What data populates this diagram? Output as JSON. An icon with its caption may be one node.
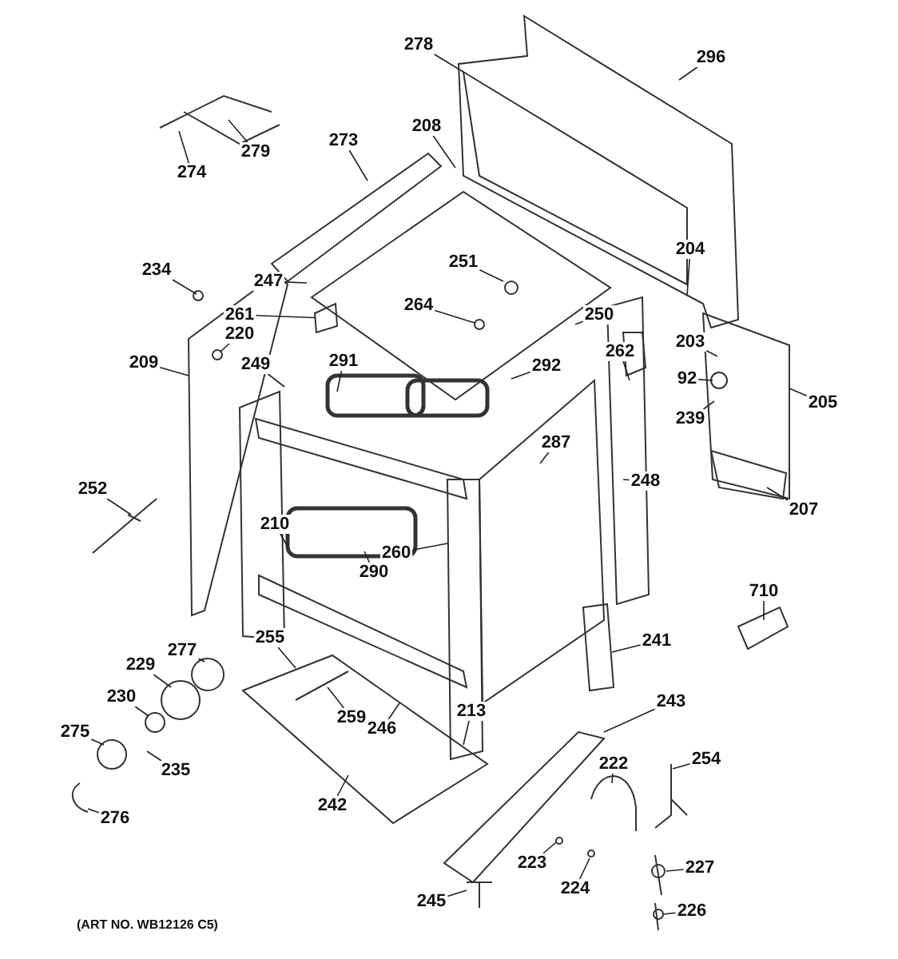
{
  "diagram": {
    "nodes": [
      {
        "text": [
          "278"
        ]
      },
      {
        "text": [
          "296"
        ]
      },
      {
        "text": [
          "279"
        ]
      },
      {
        "text": [
          "274"
        ]
      },
      {
        "text": [
          "273"
        ]
      },
      {
        "text": [
          "208"
        ]
      },
      {
        "text": [
          "234"
        ]
      },
      {
        "text": [
          "247"
        ]
      },
      {
        "text": [
          "261"
        ]
      },
      {
        "text": [
          "220"
        ]
      },
      {
        "text": [
          "209"
        ]
      },
      {
        "text": [
          "249"
        ]
      },
      {
        "text": [
          "291"
        ]
      },
      {
        "text": [
          "251"
        ]
      },
      {
        "text": [
          "264"
        ]
      },
      {
        "text": [
          "204"
        ]
      },
      {
        "text": [
          "250"
        ]
      },
      {
        "text": [
          "262"
        ]
      },
      {
        "text": [
          "292"
        ]
      },
      {
        "text": [
          "203"
        ]
      },
      {
        "text": [
          "92"
        ]
      },
      {
        "text": [
          "239"
        ]
      },
      {
        "text": [
          "205"
        ]
      },
      {
        "text": [
          "287"
        ]
      },
      {
        "text": [
          "248"
        ]
      },
      {
        "text": [
          "207"
        ]
      },
      {
        "text": [
          "252"
        ]
      },
      {
        "text": [
          "210"
        ]
      },
      {
        "text": [
          "260"
        ]
      },
      {
        "text": [
          "290"
        ]
      },
      {
        "text": [
          "710"
        ]
      },
      {
        "text": [
          "241"
        ]
      },
      {
        "text": [
          "255"
        ]
      },
      {
        "text": [
          "277"
        ]
      },
      {
        "text": [
          "229"
        ]
      },
      {
        "text": [
          "230"
        ]
      },
      {
        "text": [
          "259"
        ]
      },
      {
        "text": [
          "246"
        ]
      },
      {
        "text": [
          "213"
        ]
      },
      {
        "text": [
          "243"
        ]
      },
      {
        "text": [
          "275"
        ]
      },
      {
        "text": [
          "235"
        ]
      },
      {
        "text": [
          "242"
        ]
      },
      {
        "text": [
          "222"
        ]
      },
      {
        "text": [
          "254"
        ]
      },
      {
        "text": [
          "276"
        ]
      },
      {
        "text": [
          "223"
        ]
      },
      {
        "text": [
          "224"
        ]
      },
      {
        "text": [
          "227"
        ]
      },
      {
        "text": [
          "245"
        ]
      },
      {
        "text": [
          "226"
        ]
      },
      {
        "text": [],
        "shape": "box"
      }
    ],
    "edges": [
      {
        "from": 0,
        "to": null,
        "arrow": "none"
      },
      {
        "from": 1,
        "to": null,
        "arrow": "none"
      },
      {
        "from": 2,
        "to": null,
        "arrow": "none"
      },
      {
        "from": 3,
        "to": null,
        "arrow": "none"
      },
      {
        "from": 4,
        "to": null,
        "arrow": "none"
      },
      {
        "from": 5,
        "to": null,
        "arrow": "none"
      },
      {
        "from": 6,
        "to": null,
        "arrow": "none"
      },
      {
        "from": 7,
        "to": null,
        "arrow": "none"
      },
      {
        "from": 8,
        "to": 51,
        "arrow": "none"
      },
      {
        "from": 9,
        "to": null,
        "arrow": "none"
      },
      {
        "from": 10,
        "to": null,
        "arrow": "none"
      },
      {
        "from": 11,
        "to": null,
        "arrow": "none"
      },
      {
        "from": 12,
        "to": null,
        "arrow": "none"
      },
      {
        "from": 13,
        "to": null,
        "arrow": "none"
      },
      {
        "from": 14,
        "to": null,
        "arrow": "none"
      },
      {
        "from": 15,
        "to": null,
        "arrow": "none"
      },
      {
        "from": 16,
        "to": null,
        "arrow": "none"
      },
      {
        "from": 17,
        "to": null,
        "arrow": "none"
      },
      {
        "from": 18,
        "to": null,
        "arrow": "none"
      },
      {
        "from": 19,
        "to": null,
        "arrow": "none"
      },
      {
        "from": 20,
        "to": null,
        "arrow": "none"
      },
      {
        "from": 21,
        "to": null,
        "arrow": "none"
      },
      {
        "from": 22,
        "to": null,
        "arrow": "none"
      },
      {
        "from": 23,
        "to": null,
        "arrow": "none"
      },
      {
        "from": 24,
        "to": null,
        "arrow": "none"
      },
      {
        "from": 25,
        "to": null,
        "arrow": "none"
      },
      {
        "from": 26,
        "to": null,
        "arrow": "none"
      },
      {
        "from": 27,
        "to": null,
        "arrow": "none"
      },
      {
        "from": 28,
        "to": null,
        "arrow": "none"
      },
      {
        "from": 29,
        "to": null,
        "arrow": "none"
      },
      {
        "from": 30,
        "to": null,
        "arrow": "none"
      },
      {
        "from": 31,
        "to": null,
        "arrow": "none"
      },
      {
        "from": 32,
        "to": null,
        "arrow": "none"
      },
      {
        "from": 33,
        "to": null,
        "arrow": "none"
      },
      {
        "from": 34,
        "to": null,
        "arrow": "none"
      },
      {
        "from": 35,
        "to": null,
        "arrow": "none"
      },
      {
        "from": 36,
        "to": null,
        "arrow": "none"
      },
      {
        "from": 37,
        "to": null,
        "arrow": "none"
      },
      {
        "from": 38,
        "to": null,
        "arrow": "none"
      },
      {
        "from": 39,
        "to": null,
        "arrow": "none"
      },
      {
        "from": 40,
        "to": null,
        "arrow": "none"
      },
      {
        "from": 41,
        "to": null,
        "arrow": "none"
      },
      {
        "from": 42,
        "to": null,
        "arrow": "none"
      },
      {
        "from": 43,
        "to": null,
        "arrow": "none"
      },
      {
        "from": 44,
        "to": null,
        "arrow": "none"
      },
      {
        "from": 45,
        "to": null,
        "arrow": "none"
      },
      {
        "from": 46,
        "to": null,
        "arrow": "none"
      },
      {
        "from": 47,
        "to": null,
        "arrow": "none"
      },
      {
        "from": 48,
        "to": null,
        "arrow": "none"
      },
      {
        "from": 49,
        "to": null,
        "arrow": "none"
      },
      {
        "from": 50,
        "to": null,
        "arrow": "none"
      }
    ],
    "labels": [
      "(ART NO. WB12126 C5)"
    ]
  }
}
